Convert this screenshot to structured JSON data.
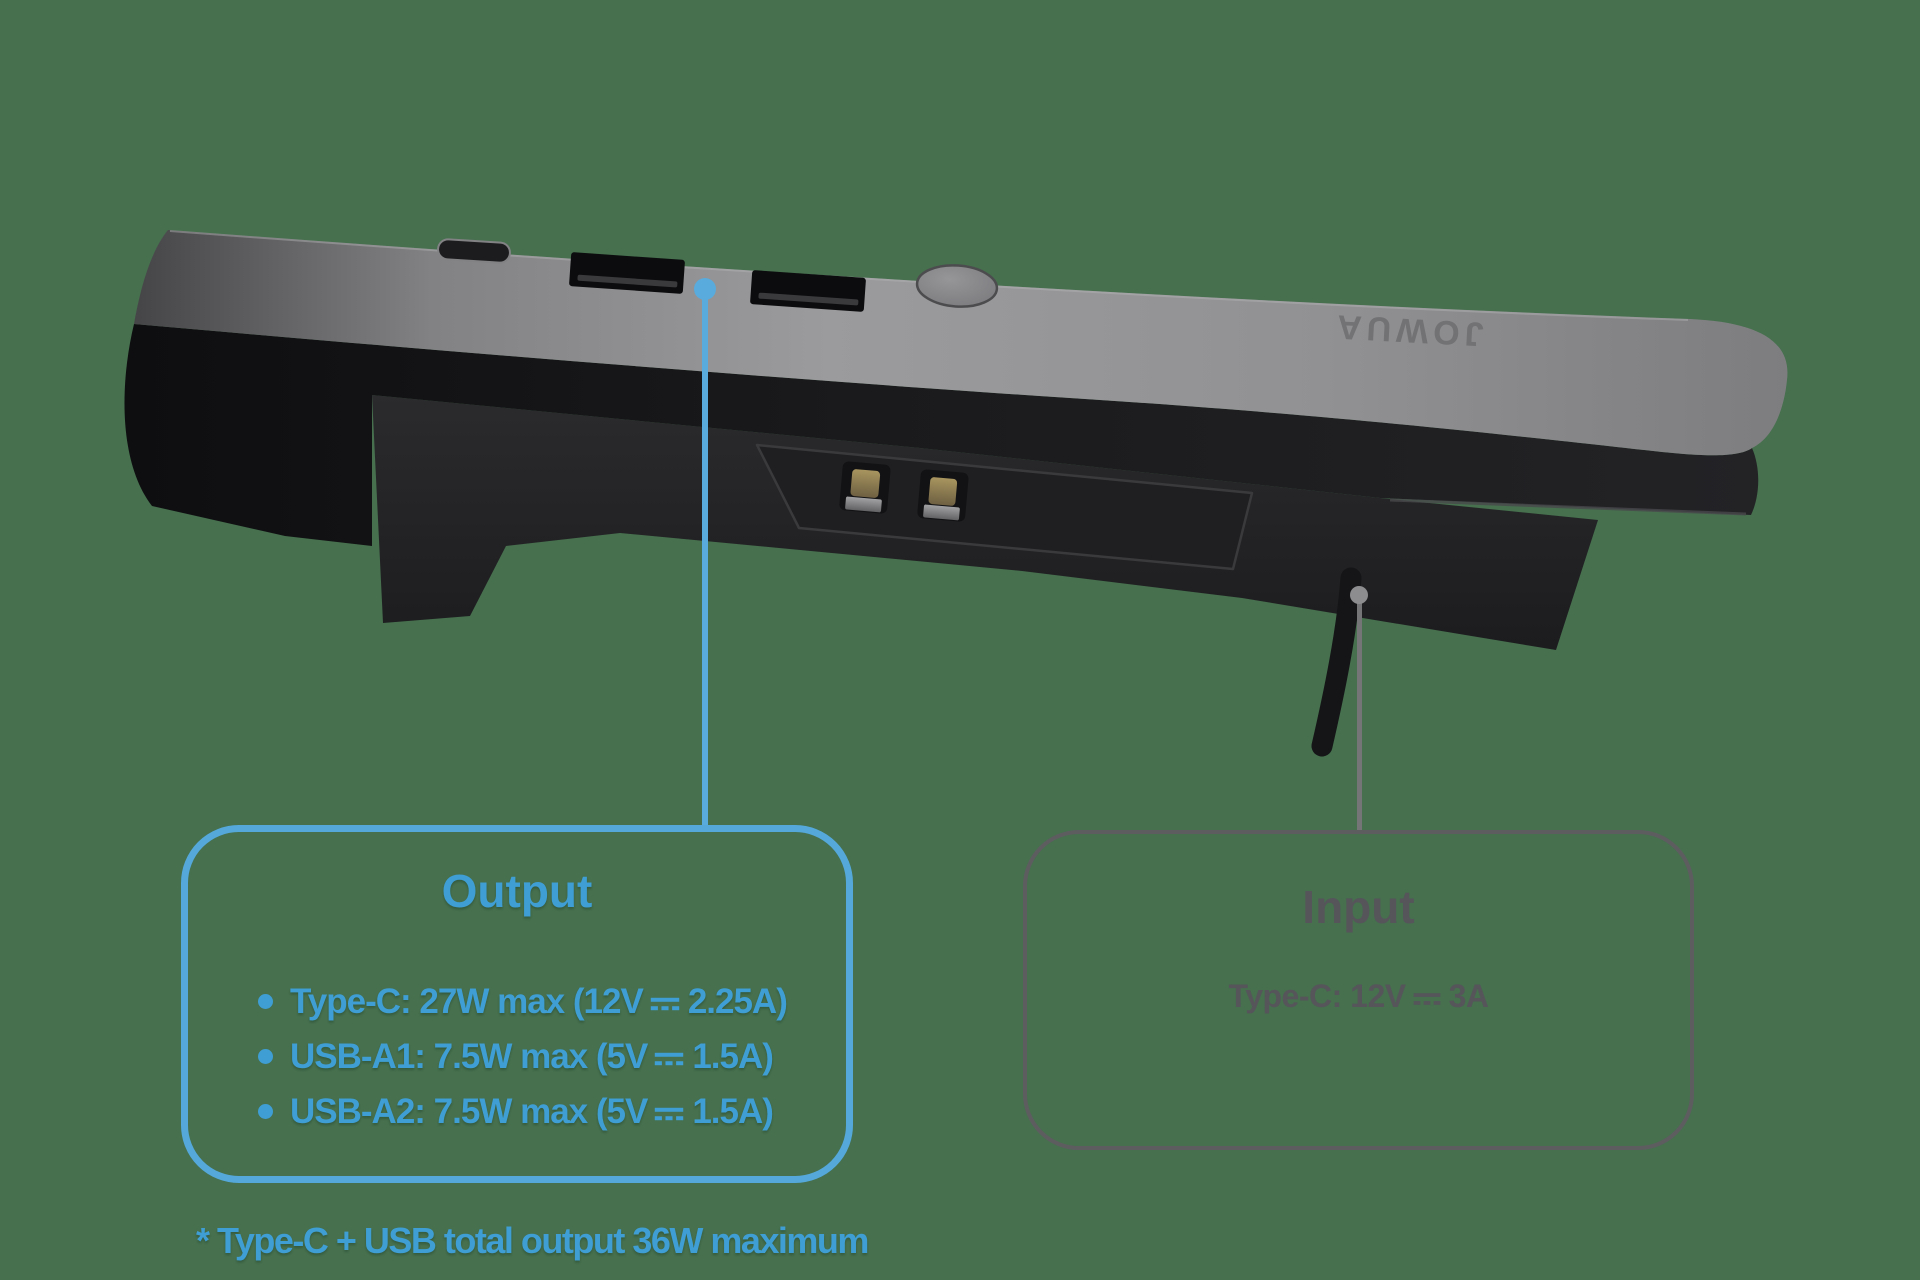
{
  "colors": {
    "background": "#46704e",
    "accent_blue_border": "#55a8da",
    "accent_blue_text": "#3f9ed4",
    "muted_gray_border": "#5d5d60",
    "muted_gray_text": "#55555a"
  },
  "device": {
    "brand_label": "JOWUA"
  },
  "callouts": {
    "output": {
      "title": "Output",
      "items": [
        {
          "pre": "Type-C: 27W max (12V",
          "post": "2.25A)"
        },
        {
          "pre": "USB-A1: 7.5W max (5V",
          "post": "1.5A)"
        },
        {
          "pre": "USB-A2: 7.5W max (5V",
          "post": "1.5A)"
        }
      ],
      "footnote": "* Type-C + USB total output 36W maximum"
    },
    "input": {
      "title": "Input",
      "spec_pre": "Type-C: 12V",
      "spec_post": "3A"
    }
  }
}
